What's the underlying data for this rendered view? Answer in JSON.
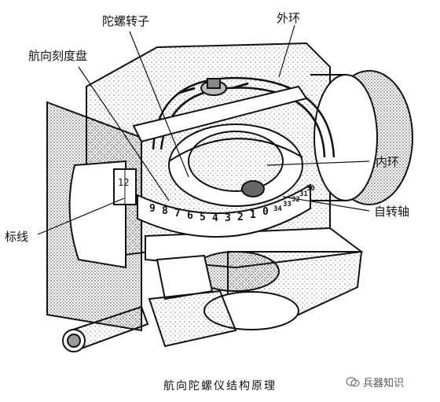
{
  "labels": {
    "rotor": "陀螺转子",
    "dial": "航向刻度盘",
    "outer_ring": "外环",
    "inner_ring": "内环",
    "spin_axis": "自转轴",
    "index_line": "标线"
  },
  "caption": "航向陀螺仪结构原理",
  "watermark": "兵器知识",
  "scale_left": [
    "9",
    "8",
    "7",
    "6",
    "5",
    "4",
    "3",
    "2",
    "1",
    "0"
  ],
  "scale_right": [
    "34",
    "33",
    "32",
    "31",
    "30"
  ],
  "scale_small": "12"
}
